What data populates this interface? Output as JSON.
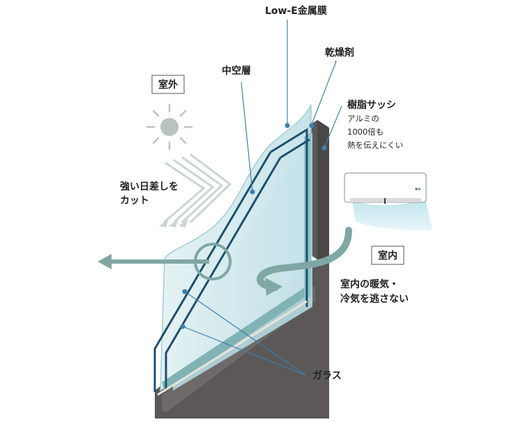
{
  "labels": {
    "low_e": "Low-E金属膜",
    "desiccant": "乾燥剤",
    "air_layer": "中空層",
    "resin_sash": "樹脂サッシ",
    "resin_note_1": "アルミの",
    "resin_note_2": "1000倍も",
    "resin_note_3": "熱を伝えにくい",
    "outdoor": "室外",
    "indoor": "室内",
    "sun_cut_1": "強い日差しを",
    "sun_cut_2": "カット",
    "keep_1": "室内の暖気・",
    "keep_2": "冷気を逃さない",
    "glass": "ガラス"
  },
  "colors": {
    "frame": "#5b5857",
    "glass": "#cfe7ec",
    "glass_edge": "#8fc3cc",
    "spacer": "#1e4f6e",
    "arrow": "#7fa7a4",
    "leader": "#3d7fb0",
    "sun": "#b9c3c2",
    "ac_air": "#cbe9ef"
  }
}
